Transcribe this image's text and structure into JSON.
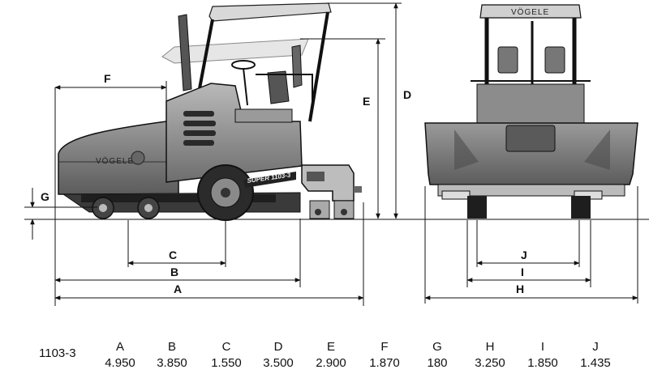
{
  "machine": {
    "brand_side": "VÖGELE",
    "brand_front": "VÖGELE",
    "model_tag": "SUPER 1103-3"
  },
  "dimension_labels": {
    "A": "A",
    "B": "B",
    "C": "C",
    "D": "D",
    "E": "E",
    "F": "F",
    "G": "G",
    "H": "H",
    "I": "I",
    "J": "J"
  },
  "spec_table": {
    "model": "1103-3",
    "columns": [
      {
        "label": "A",
        "value": "4.950"
      },
      {
        "label": "B",
        "value": "3.850"
      },
      {
        "label": "C",
        "value": "1.550"
      },
      {
        "label": "D",
        "value": "3.500"
      },
      {
        "label": "E",
        "value": "2.900"
      },
      {
        "label": "F",
        "value": "1.870"
      },
      {
        "label": "G",
        "value": "180"
      },
      {
        "label": "H",
        "value": "3.250"
      },
      {
        "label": "I",
        "value": "1.850"
      },
      {
        "label": "J",
        "value": "1.435"
      }
    ]
  }
}
